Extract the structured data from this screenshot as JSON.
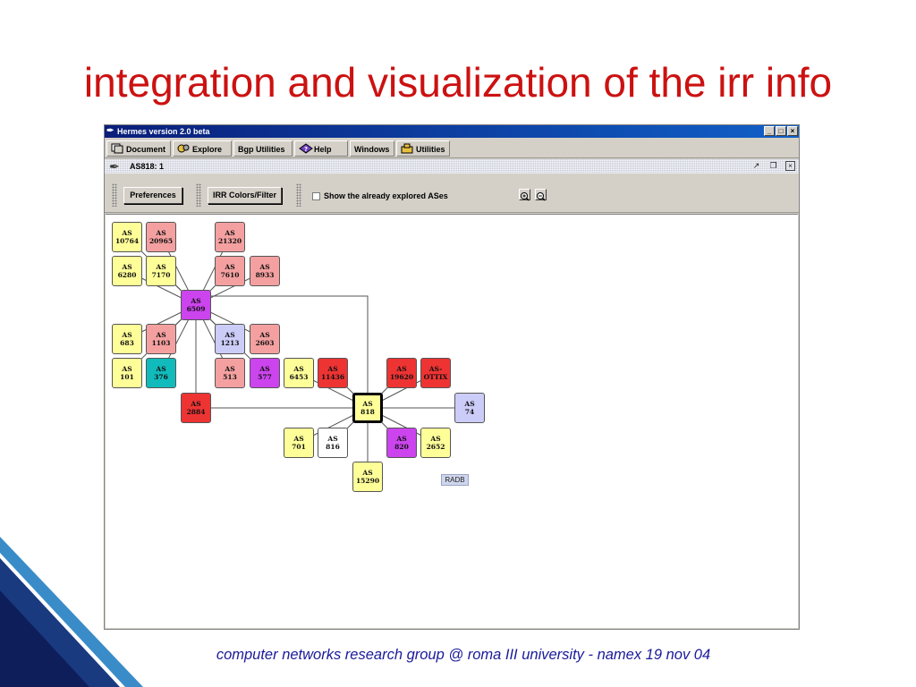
{
  "slide": {
    "title": "integration and visualization of the irr info",
    "footer": "computer networks research group @ roma III university - namex 19 nov 04"
  },
  "window": {
    "title": "Hermes version 2.0 beta",
    "controls": {
      "minimize": "_",
      "maximize": "□",
      "close": "×"
    }
  },
  "menubar": {
    "items": [
      {
        "label": "Document",
        "icon": "document-icon"
      },
      {
        "label": "Explore",
        "icon": "explore-icon"
      },
      {
        "label": "Bgp Utilities",
        "icon": ""
      },
      {
        "label": "Help",
        "icon": "help-icon"
      },
      {
        "label": "Windows",
        "icon": ""
      },
      {
        "label": "Utilities",
        "icon": "utilities-icon"
      }
    ]
  },
  "document": {
    "title": "AS818: 1",
    "icon": "feather-icon"
  },
  "toolbar": {
    "preferences_label": "Preferences",
    "irr_colors_label": "IRR Colors/Filter",
    "show_explored_label": "Show the already explored ASes",
    "show_explored_checked": false
  },
  "graph": {
    "colors": {
      "yellow": "#ffff99",
      "pink": "#f4a0a0",
      "red": "#ee3333",
      "purple": "#cc44ee",
      "lavender": "#ccccf8",
      "teal": "#11bbbb",
      "white": "#ffffff"
    },
    "nodes": [
      {
        "id": "10764",
        "line1": "AS",
        "line2": "10764",
        "color": "yellow"
      },
      {
        "id": "20965",
        "line1": "AS",
        "line2": "20965",
        "color": "pink"
      },
      {
        "id": "21320",
        "line1": "AS",
        "line2": "21320",
        "color": "pink"
      },
      {
        "id": "6280",
        "line1": "AS",
        "line2": "6280",
        "color": "yellow"
      },
      {
        "id": "7170",
        "line1": "AS",
        "line2": "7170",
        "color": "yellow"
      },
      {
        "id": "7610",
        "line1": "AS",
        "line2": "7610",
        "color": "pink"
      },
      {
        "id": "8933",
        "line1": "AS",
        "line2": "8933",
        "color": "pink"
      },
      {
        "id": "6509",
        "line1": "AS",
        "line2": "6509",
        "color": "purple"
      },
      {
        "id": "683",
        "line1": "AS",
        "line2": "683",
        "color": "yellow"
      },
      {
        "id": "1103",
        "line1": "AS",
        "line2": "1103",
        "color": "pink"
      },
      {
        "id": "1213",
        "line1": "AS",
        "line2": "1213",
        "color": "lavender"
      },
      {
        "id": "2603",
        "line1": "AS",
        "line2": "2603",
        "color": "pink"
      },
      {
        "id": "101",
        "line1": "AS",
        "line2": "101",
        "color": "yellow"
      },
      {
        "id": "376",
        "line1": "AS",
        "line2": "376",
        "color": "teal"
      },
      {
        "id": "513",
        "line1": "AS",
        "line2": "513",
        "color": "pink"
      },
      {
        "id": "577",
        "line1": "AS",
        "line2": "577",
        "color": "purple"
      },
      {
        "id": "6453",
        "line1": "AS",
        "line2": "6453",
        "color": "yellow"
      },
      {
        "id": "11436",
        "line1": "AS",
        "line2": "11436",
        "color": "red"
      },
      {
        "id": "19620",
        "line1": "AS",
        "line2": "19620",
        "color": "red"
      },
      {
        "id": "OTTIX",
        "line1": "AS-",
        "line2": "OTTIX",
        "color": "red"
      },
      {
        "id": "2884",
        "line1": "AS",
        "line2": "2884",
        "color": "red"
      },
      {
        "id": "818",
        "line1": "AS",
        "line2": "818",
        "color": "yellow",
        "selected": true
      },
      {
        "id": "74",
        "line1": "AS",
        "line2": "74",
        "color": "lavender"
      },
      {
        "id": "701",
        "line1": "AS",
        "line2": "701",
        "color": "yellow"
      },
      {
        "id": "816",
        "line1": "AS",
        "line2": "816",
        "color": "white"
      },
      {
        "id": "820",
        "line1": "AS",
        "line2": "820",
        "color": "purple"
      },
      {
        "id": "2652",
        "line1": "AS",
        "line2": "2652",
        "color": "yellow"
      },
      {
        "id": "15290",
        "line1": "AS",
        "line2": "15290",
        "color": "yellow"
      }
    ],
    "edges": [
      [
        "6509",
        "10764"
      ],
      [
        "6509",
        "20965"
      ],
      [
        "6509",
        "21320"
      ],
      [
        "6509",
        "6280"
      ],
      [
        "6509",
        "7170"
      ],
      [
        "6509",
        "7610"
      ],
      [
        "6509",
        "8933"
      ],
      [
        "6509",
        "683"
      ],
      [
        "6509",
        "1103"
      ],
      [
        "6509",
        "1213"
      ],
      [
        "6509",
        "2603"
      ],
      [
        "6509",
        "101"
      ],
      [
        "6509",
        "376"
      ],
      [
        "6509",
        "513"
      ],
      [
        "6509",
        "577"
      ],
      [
        "6509",
        "2884"
      ],
      [
        "6509",
        "818"
      ],
      [
        "818",
        "2884"
      ],
      [
        "818",
        "6453"
      ],
      [
        "818",
        "11436"
      ],
      [
        "818",
        "19620"
      ],
      [
        "818",
        "OTTIX"
      ],
      [
        "818",
        "74"
      ],
      [
        "818",
        "701"
      ],
      [
        "818",
        "816"
      ],
      [
        "818",
        "820"
      ],
      [
        "818",
        "2652"
      ],
      [
        "818",
        "15290"
      ]
    ],
    "radb_label": "RADB"
  }
}
